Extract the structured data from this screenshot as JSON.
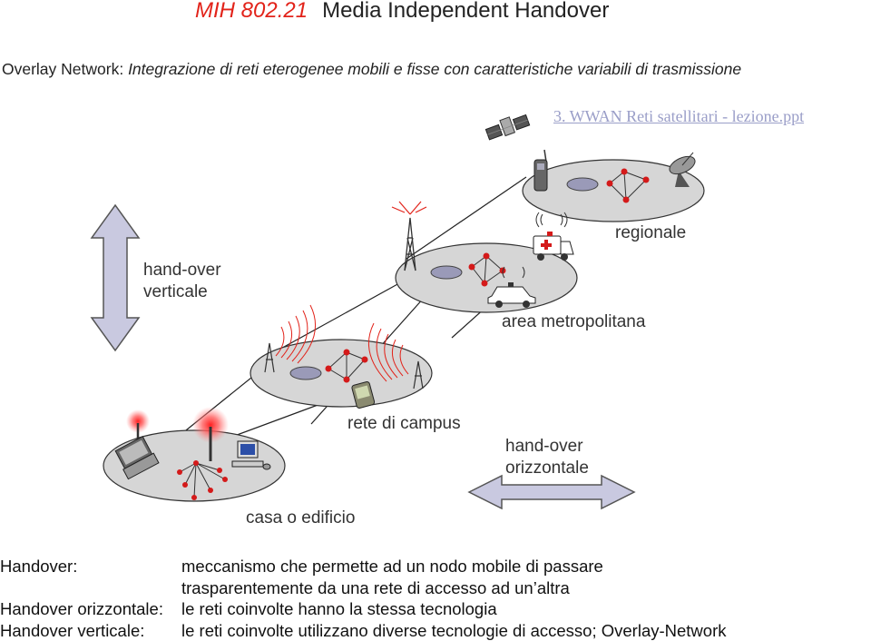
{
  "title": {
    "tag": "MIH 802.21",
    "text": "Media Independent Handover"
  },
  "subtitle": {
    "prefix": "Overlay Network: ",
    "text": "Integrazione di reti eterogenee mobili e fisse con caratteristiche variabili di trasmissione"
  },
  "link": {
    "text": "3. WWAN Reti satellitari - lezione.ppt"
  },
  "diagram": {
    "labels": {
      "regionale": "regionale",
      "metropolitana": "area metropolitana",
      "campus": "rete di campus",
      "casa": "casa o edificio",
      "vertical": "hand-over verticale",
      "horizontal": "hand-over orizzontale"
    },
    "icons": [
      "satellite-icon",
      "cell-phone-icon",
      "dish-antenna-icon",
      "antenna-tower-icon",
      "ambulance-icon",
      "police-car-icon",
      "wireless-signal-icon",
      "pda-icon",
      "laptop-icon",
      "desktop-computer-icon",
      "network-node-icon"
    ],
    "colors": {
      "accent": "#e2231a",
      "node": "#d41a1a",
      "arrow_fill": "#c9c9e0",
      "arrow_stroke": "#555555",
      "disk": "#d6d6d6"
    }
  },
  "definitions": [
    {
      "term": "Handover:",
      "text": "meccanismo che permette ad un nodo mobile di passare"
    },
    {
      "term": "",
      "text": "trasparentemente da una rete di accesso ad un’altra"
    },
    {
      "term": "Handover orizzontale:",
      "text": "le reti coinvolte hanno la stessa tecnologia"
    },
    {
      "term": "Handover verticale:",
      "text": "le reti coinvolte utilizzano diverse tecnologie di accesso; Overlay-Network"
    }
  ]
}
